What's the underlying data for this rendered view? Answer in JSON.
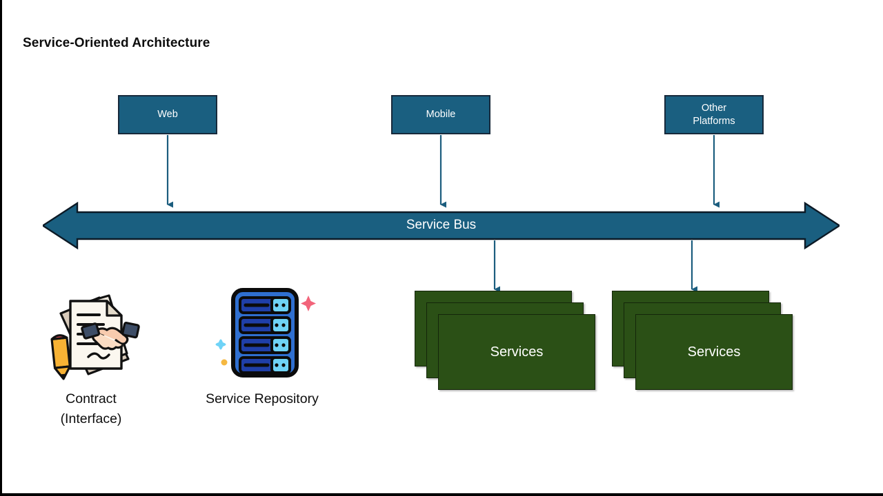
{
  "title": "Service-Oriented Architecture",
  "colors": {
    "client_fill": "#1a5f80",
    "client_stroke": "#17293b",
    "bus_fill": "#1a5f80",
    "bus_stroke": "#0c1a26",
    "service_fill": "#2b5016",
    "service_stroke": "#14250a",
    "connector": "#1b5d7e",
    "text_dark": "#0d0d0d",
    "text_light": "#ffffff",
    "background": "#ffffff"
  },
  "clients": [
    {
      "id": "web",
      "label": "Web"
    },
    {
      "id": "mobile",
      "label": "Mobile"
    },
    {
      "id": "other",
      "label": "Other\nPlatforms"
    }
  ],
  "bus": {
    "label": "Service Bus",
    "direction": "bidirectional"
  },
  "services": [
    {
      "id": "services-left",
      "label": "Services",
      "card_count": 3
    },
    {
      "id": "services-right",
      "label": "Services",
      "card_count": 3
    }
  ],
  "icons": [
    {
      "id": "contract",
      "icon_name": "contract-handshake-icon",
      "caption": "Contract\n(Interface)"
    },
    {
      "id": "repository",
      "icon_name": "server-rack-icon",
      "caption": "Service Repository"
    }
  ],
  "connectors": [
    {
      "from": "web",
      "to": "bus",
      "style": "arrow-down"
    },
    {
      "from": "mobile",
      "to": "bus",
      "style": "arrow-down"
    },
    {
      "from": "other",
      "to": "bus",
      "style": "arrow-down"
    },
    {
      "from": "bus",
      "to": "services-left",
      "style": "arrow-down"
    },
    {
      "from": "bus",
      "to": "services-right",
      "style": "arrow-down"
    }
  ]
}
